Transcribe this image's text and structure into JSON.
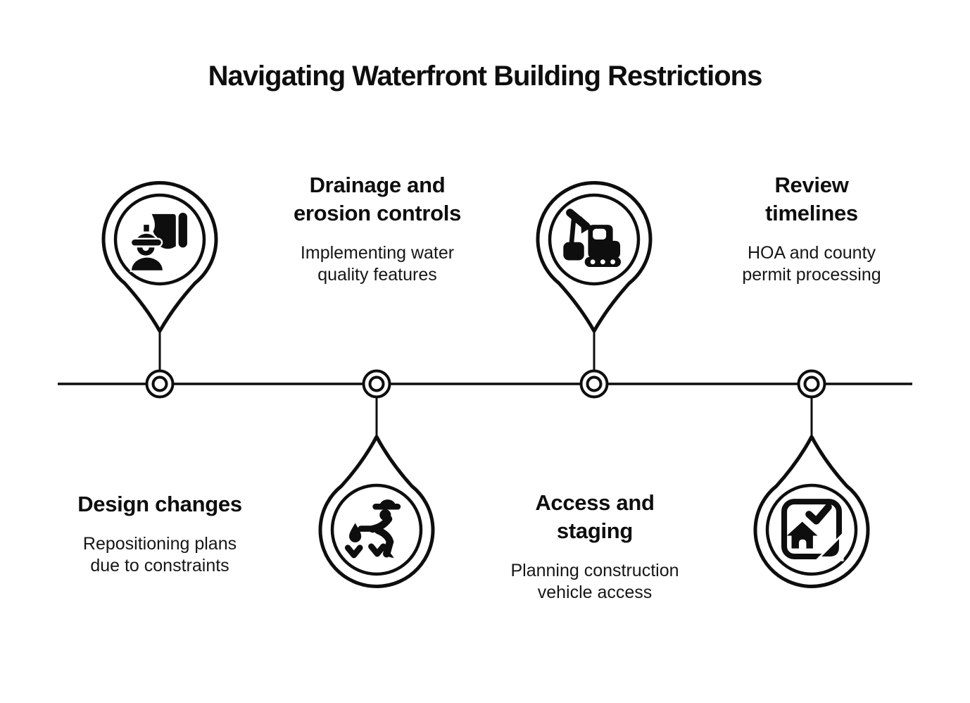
{
  "title": "Navigating Waterfront Building Restrictions",
  "colors": {
    "ink": "#0e0e0e",
    "background": "#ffffff"
  },
  "timeline": {
    "orientation": "horizontal",
    "marker_count": 4
  },
  "items": [
    {
      "heading": "Design changes",
      "description": "Repositioning plans\ndue to constraints",
      "icon": "engineer-blueprint-icon",
      "pin_position": "above-line",
      "text_position": "below-line"
    },
    {
      "heading": "Drainage and\nerosion controls",
      "description": "Implementing water\nquality features",
      "icon": "farmer-watering-plants-icon",
      "pin_position": "below-line",
      "text_position": "above-line"
    },
    {
      "heading": "Access and\nstaging",
      "description": "Planning construction\nvehicle access",
      "icon": "excavator-icon",
      "pin_position": "above-line",
      "text_position": "below-line"
    },
    {
      "heading": "Review\ntimelines",
      "description": "HOA and county\npermit processing",
      "icon": "house-permit-check-icon",
      "pin_position": "below-line",
      "text_position": "above-line"
    }
  ]
}
